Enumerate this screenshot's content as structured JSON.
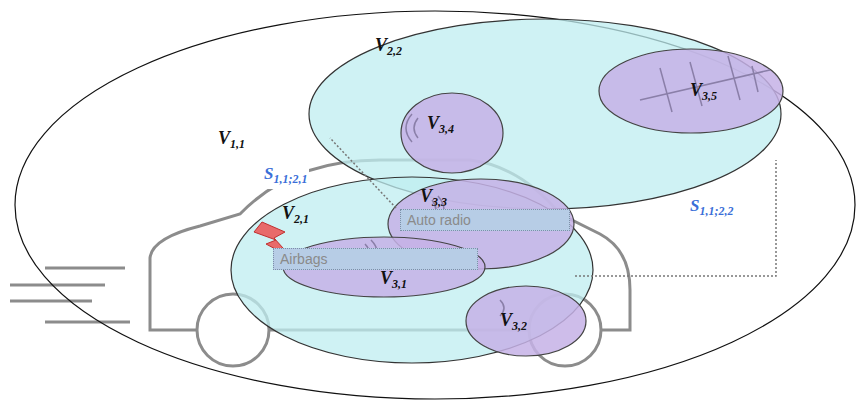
{
  "diagram": {
    "nodes": [
      {
        "text": [
          "V1,1"
        ]
      },
      {
        "text": [
          "V2,2"
        ],
        "in": 0
      },
      {
        "text": [
          "V3,4"
        ],
        "in": 1
      },
      {
        "text": [
          "V3,5"
        ],
        "in": 1
      },
      {
        "text": [
          "V2,1"
        ],
        "in": 0
      },
      {
        "text": [
          "V3,3"
        ],
        "in": 4
      },
      {
        "text": [
          "V3,1"
        ],
        "in": 4
      },
      {
        "text": [
          "V3,2"
        ],
        "in": 4
      }
    ],
    "labels": [
      "S1,1;2,1",
      "S1,1;2,2",
      "Auto radio",
      "Airbags"
    ]
  }
}
